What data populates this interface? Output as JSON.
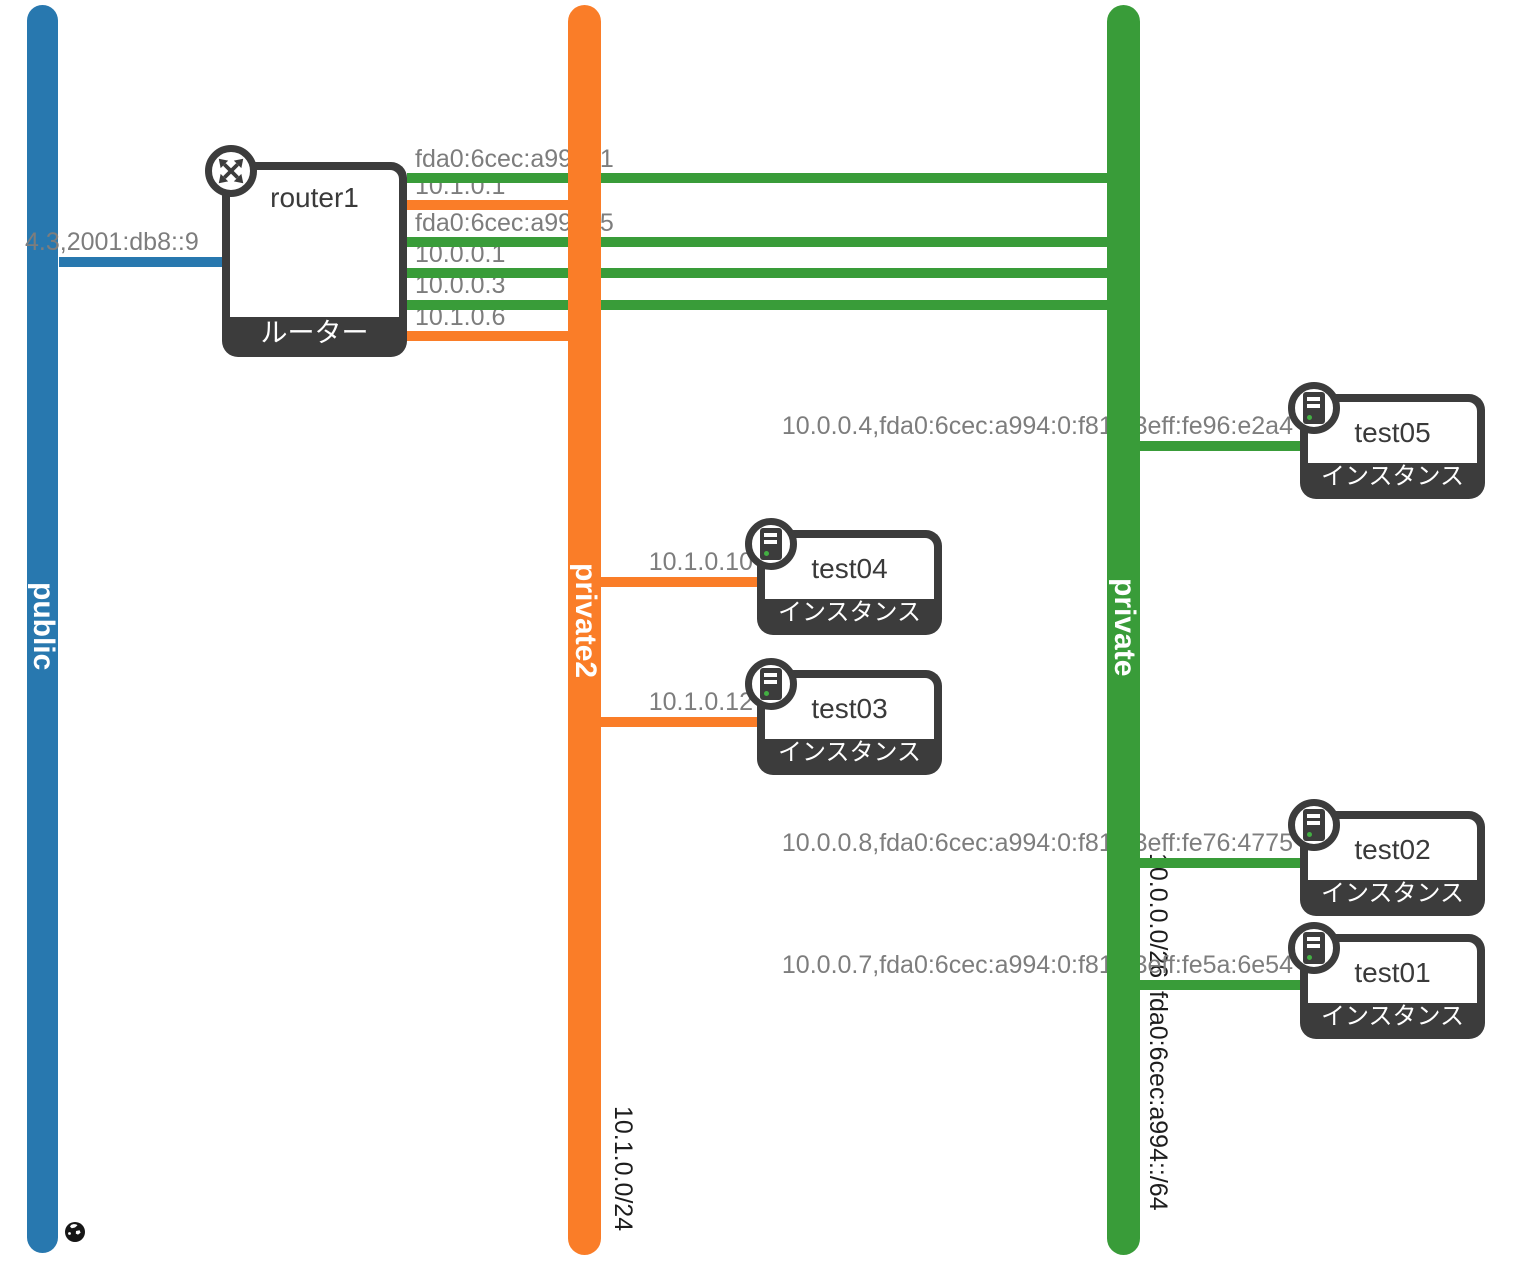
{
  "networks": [
    {
      "name": "public",
      "color": "#2878af",
      "cidr_labels": []
    },
    {
      "name": "private2",
      "color": "#fa7d28",
      "cidr_labels": [
        "10.1.0.0/24"
      ]
    },
    {
      "name": "private",
      "color": "#399c39",
      "cidr_labels": [
        "10.0.0.0/26",
        "fda0:6cec:a994::/64"
      ]
    }
  ],
  "router": {
    "name": "router1",
    "type_label": "ルーター",
    "icon": "crossed-arrows-router-icon",
    "external_port": {
      "label": "4.3,2001:db8::9",
      "network": "public"
    },
    "ports": [
      {
        "label": "fda0:6cec:a994::1",
        "network": "private"
      },
      {
        "label": "10.1.0.1",
        "network": "private2"
      },
      {
        "label": "fda0:6cec:a994::5",
        "network": "private"
      },
      {
        "label": "10.0.0.1",
        "network": "private"
      },
      {
        "label": "10.0.0.3",
        "network": "private"
      },
      {
        "label": "10.1.0.6",
        "network": "private2"
      }
    ]
  },
  "instances": [
    {
      "name": "test05",
      "type_label": "インスタンス",
      "icon": "server-icon",
      "ip_label": "10.0.0.4,fda0:6cec:a994:0:f816:3eff:fe96:e2a4",
      "network": "private"
    },
    {
      "name": "test04",
      "type_label": "インスタンス",
      "icon": "server-icon",
      "ip_label": "10.1.0.10",
      "network": "private2"
    },
    {
      "name": "test03",
      "type_label": "インスタンス",
      "icon": "server-icon",
      "ip_label": "10.1.0.12",
      "network": "private2"
    },
    {
      "name": "test02",
      "type_label": "インスタンス",
      "icon": "server-icon",
      "ip_label": "10.0.0.8,fda0:6cec:a994:0:f816:3eff:fe76:4775",
      "network": "private"
    },
    {
      "name": "test01",
      "type_label": "インスタンス",
      "icon": "server-icon",
      "ip_label": "10.0.0.7,fda0:6cec:a994:0:f816:3eff:fe5a:6e54",
      "network": "private"
    }
  ],
  "external_icon": "globe-icon"
}
